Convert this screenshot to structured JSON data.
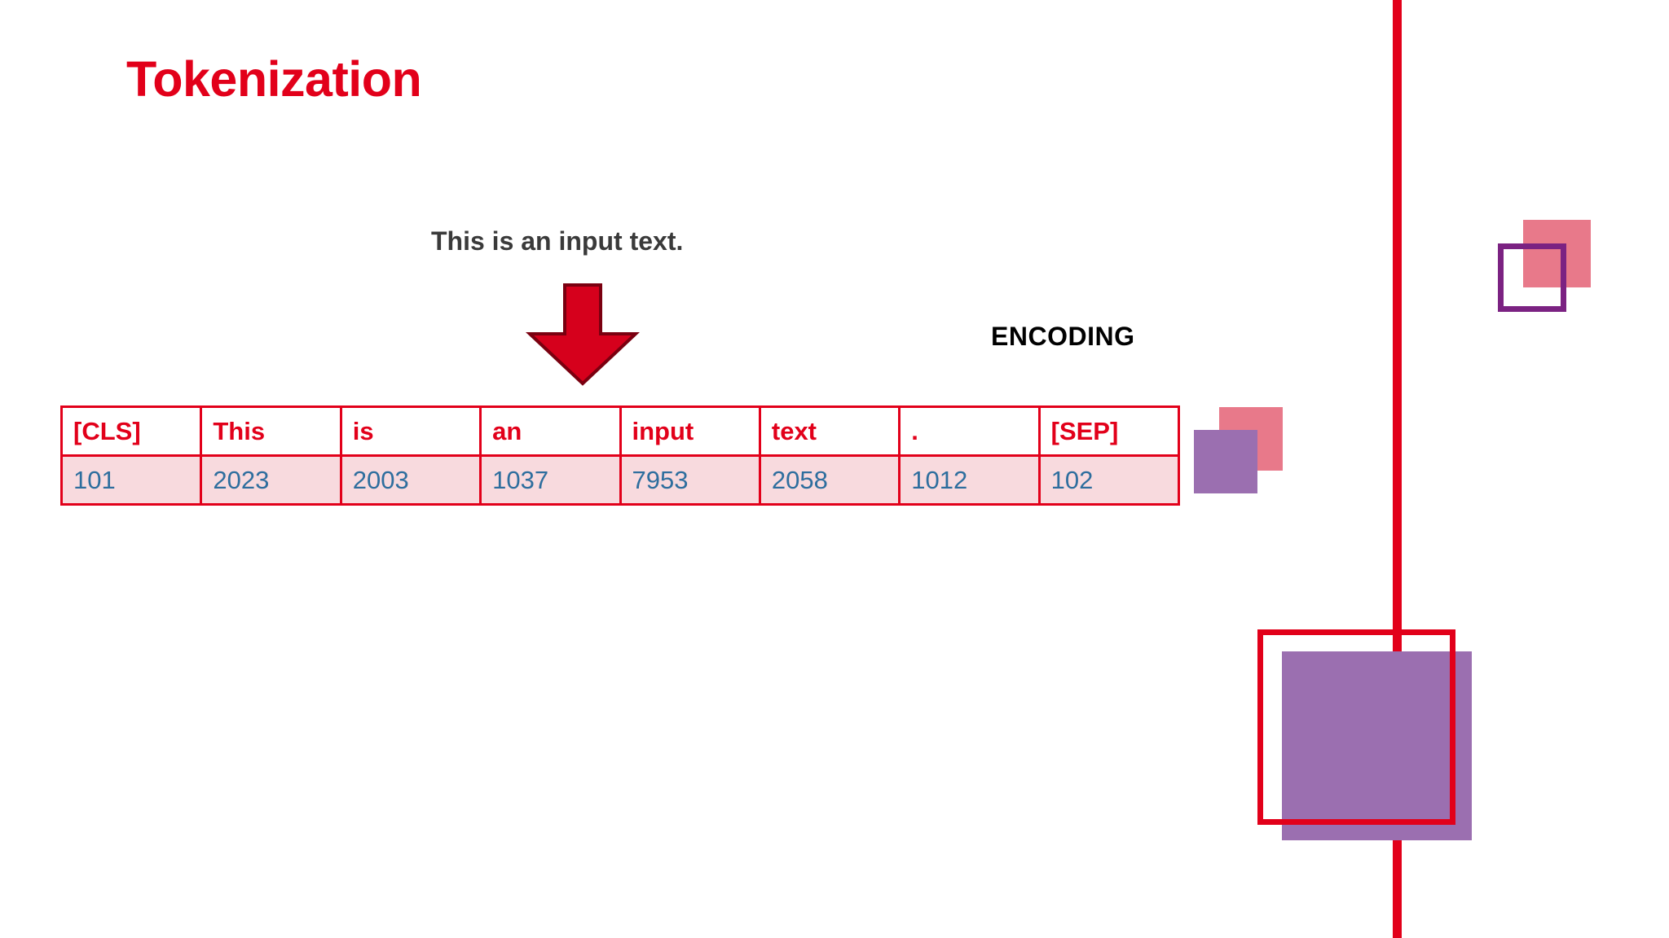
{
  "slide": {
    "title": "Tokenization",
    "input_text": "This is an input text.",
    "encoding_label": "ENCODING"
  },
  "colors": {
    "brand_red": "#E2001A",
    "title_red": "#E2001A",
    "table_header_text": "#E2001A",
    "table_id_text": "#2E6E9E",
    "table_id_background": "#F8DADE",
    "input_text_gray": "#3A3A3A",
    "deco_pink": "#E8798A",
    "deco_purple_fill": "#9B6FB0",
    "deco_purple_outline": "#7B2282"
  },
  "icons": {
    "down_arrow": "down-arrow-icon"
  },
  "table": {
    "tokens": [
      "[CLS]",
      "This",
      "is",
      "an",
      "input",
      "text",
      ".",
      "[SEP]"
    ],
    "ids": [
      "101",
      "2023",
      "2003",
      "1037",
      "7953",
      "2058",
      "1012",
      "102"
    ]
  }
}
